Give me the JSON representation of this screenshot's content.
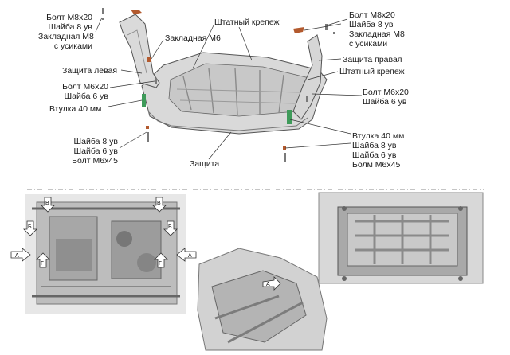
{
  "labels": {
    "left_top": [
      "Болт М8х20",
      "Шайба 8 ув",
      "Закладная М8",
      "с усиками"
    ],
    "insert_m6": "Закладная М6",
    "guard_left": "Защита левая",
    "left_mid": [
      "Болт М6х20",
      "Шайба 6 ув"
    ],
    "bushing_left": "Втулка 40 мм",
    "left_bottom": [
      "Шайба 8 ув",
      "Шайба 6 ув",
      "Болт М6х45"
    ],
    "std_fastener_top": "Штатный крепеж",
    "guard_center": "Защита",
    "right_top": [
      "Болт М8х20",
      "Шайба 8 ув",
      "Закладная М8",
      "с усиками"
    ],
    "guard_right": "Защита правая",
    "std_fastener_right": "Штатный крепеж",
    "right_mid": [
      "Болт М6х20",
      "Шайба 6 ув"
    ],
    "right_bottom": [
      "Втулка 40 мм",
      "Шайба 8 ув",
      "Шайба 6 ув",
      "Болм М6х45"
    ]
  },
  "callouts": {
    "A": "А",
    "B": "Б",
    "V": "В",
    "G": "Г"
  }
}
